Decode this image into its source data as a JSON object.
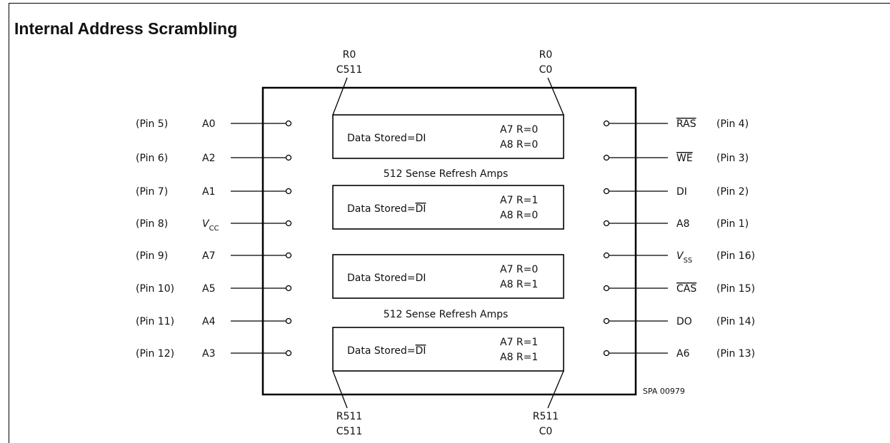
{
  "title": "Internal Address Scrambling",
  "left_pins": [
    {
      "pin": "(Pin 5)",
      "signal": "A0"
    },
    {
      "pin": "(Pin 6)",
      "signal": "A2"
    },
    {
      "pin": "(Pin 7)",
      "signal": "A1"
    },
    {
      "pin": "(Pin 8)",
      "signal": "V",
      "sub": "CC"
    },
    {
      "pin": "(Pin 9)",
      "signal": "A7"
    },
    {
      "pin": "(Pin 10)",
      "signal": "A5"
    },
    {
      "pin": "(Pin 11)",
      "signal": "A4"
    },
    {
      "pin": "(Pin 12)",
      "signal": "A3"
    }
  ],
  "right_pins": [
    {
      "pin": "(Pin 4)",
      "signal": "RAS",
      "overline": true
    },
    {
      "pin": "(Pin 3)",
      "signal": "WE",
      "overline": true
    },
    {
      "pin": "(Pin 2)",
      "signal": "DI"
    },
    {
      "pin": "(Pin 1)",
      "signal": "A8"
    },
    {
      "pin": "(Pin 16)",
      "signal": "V",
      "sub": "SS"
    },
    {
      "pin": "(Pin 15)",
      "signal": "CAS",
      "overline": true
    },
    {
      "pin": "(Pin 14)",
      "signal": "DO"
    },
    {
      "pin": "(Pin 13)",
      "signal": "A6"
    }
  ],
  "blocks": [
    {
      "data_label": "Data Stored=",
      "data_value": "DI",
      "inverted": false,
      "a7": "A7 R=0",
      "a8": "A8 R=0"
    },
    {
      "data_label": "Data Stored=",
      "data_value": "DI",
      "inverted": true,
      "a7": "A7 R=1",
      "a8": "A8 R=0"
    },
    {
      "data_label": "Data Stored=",
      "data_value": "DI",
      "inverted": false,
      "a7": "A7 R=0",
      "a8": "A8 R=1"
    },
    {
      "data_label": "Data Stored=",
      "data_value": "DI",
      "inverted": true,
      "a7": "A7 R=1",
      "a8": "A8 R=1"
    }
  ],
  "sense_amps_label": "512 Sense Refresh Amps",
  "corner_labels": {
    "top_left": [
      "R0",
      "C511"
    ],
    "top_right": [
      "R0",
      "C0"
    ],
    "bottom_left": [
      "R511",
      "C511"
    ],
    "bottom_right": [
      "R511",
      "C0"
    ]
  },
  "figure_code": "SPA 00979"
}
